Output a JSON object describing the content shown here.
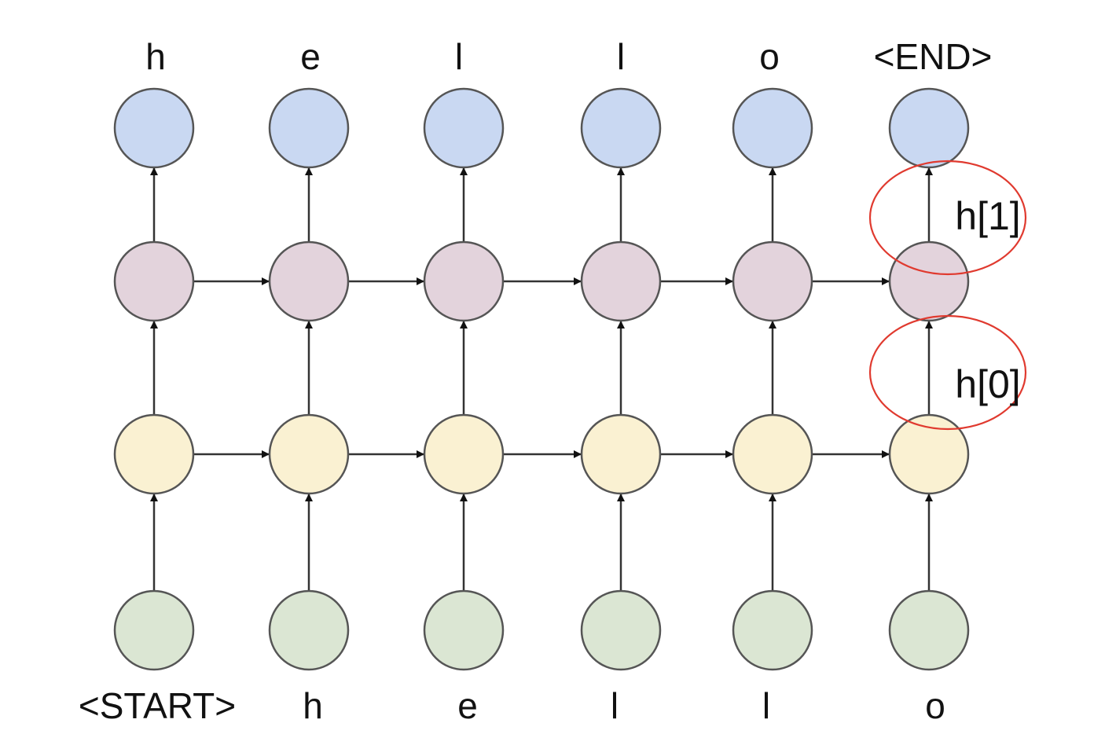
{
  "outputs": [
    "h",
    "e",
    "l",
    "l",
    "o",
    "<END>"
  ],
  "inputs": [
    "<START>",
    "h",
    "e",
    "l",
    "l",
    "o"
  ],
  "layers": [
    {
      "id": "output",
      "fill": "#c9d8f2"
    },
    {
      "id": "hidden-1",
      "fill": "#e3d3dc"
    },
    {
      "id": "hidden-0",
      "fill": "#faf1d2"
    },
    {
      "id": "input",
      "fill": "#dbe6d3"
    }
  ],
  "recurrent_layers": [
    "hidden-1",
    "hidden-0"
  ],
  "callouts": [
    {
      "label": "h[1]",
      "column": 5,
      "color": "#e03a2f"
    },
    {
      "label": "h[0]",
      "column": 5,
      "color": "#e03a2f"
    }
  ]
}
